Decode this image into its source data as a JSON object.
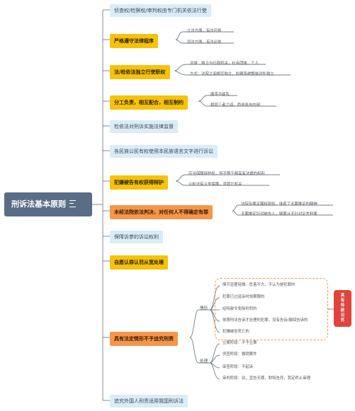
{
  "root": {
    "label": "刑诉法基本原则"
  },
  "branches": [
    {
      "label": "侦查权/检察权/审判权由专门机关依法行使",
      "style": "blue"
    },
    {
      "label": "严格遵守法律程序",
      "style": "yellow",
      "children": [
        "立法方面，有法可依",
        "司法方面，有法必依"
      ]
    },
    {
      "label": "法/检依法独立行使职权",
      "style": "yellow",
      "children": [
        "对谁：独立与行政机关，社会团体，个人",
        "方式：法院之间相互独立，检察系统整体对外独立"
      ]
    },
    {
      "label": "分工负责，相互配合，相互制约",
      "style": "yellow",
      "children": [
        "顺序不能乱",
        "相同三者之间，而非各自内部"
      ]
    },
    {
      "label": "检依法对刑诉实施法律监督",
      "style": "blue"
    },
    {
      "label": "各民族公民有权使用本民族语言文字进行诉讼",
      "style": "blue"
    },
    {
      "label": "犯嫌被告有权获得辩护",
      "style": "yellow",
      "children": [
        "应当保障辩护权，但不等于都享有法援的权利",
        "公检法有义务保障，须其它机关"
      ]
    },
    {
      "label": "未经法院依法判决，对任何人不得确定有罪",
      "style": "orange",
      "children": [
        "法院专属定罪权原则，体现了无罪推定的精神",
        "无罪推定针对被告人，疑罪从无针对证言判案"
      ]
    },
    {
      "label": "保障诉参的诉讼权利",
      "style": "blue"
    },
    {
      "label": "自愿认罪认罚从宽处理",
      "style": "yellow"
    },
    {
      "label": "具有法定情形不予追究刑责",
      "style": "orange",
      "groups": [
        {
          "label": "情形",
          "children": [
            "情节显著轻微、危害不大，不认为是犯罪的",
            "犯罪已过追诉时效期限的",
            "经特赦令免除刑罚的",
            "依照刑法告诉才处理的犯罪，没有告诉/撤回告诉的",
            "犯嫌被告死亡的"
          ]
        },
        {
          "label": "处理",
          "children": [
            "立案阶段：不予立案",
            "侦查阶段：撤销案件",
            "审查阶段：不起诉",
            "审判阶段：驳，宣告无罪，财特告死，其定终止审理"
          ]
        }
      ],
      "callout": "具有特赦记死"
    },
    {
      "label": "追究外国人刑责适用我国刑诉法",
      "style": "blue"
    }
  ],
  "colors": {
    "root": "#5a6d87",
    "topic_blue": "#d9ecf7",
    "topic_yellow": "#f6c20a",
    "topic_orange": "#f4974b",
    "line": "#6f7f8f",
    "callout": "#e0443e"
  },
  "icons": {
    "root": "menu-lines-icon"
  }
}
